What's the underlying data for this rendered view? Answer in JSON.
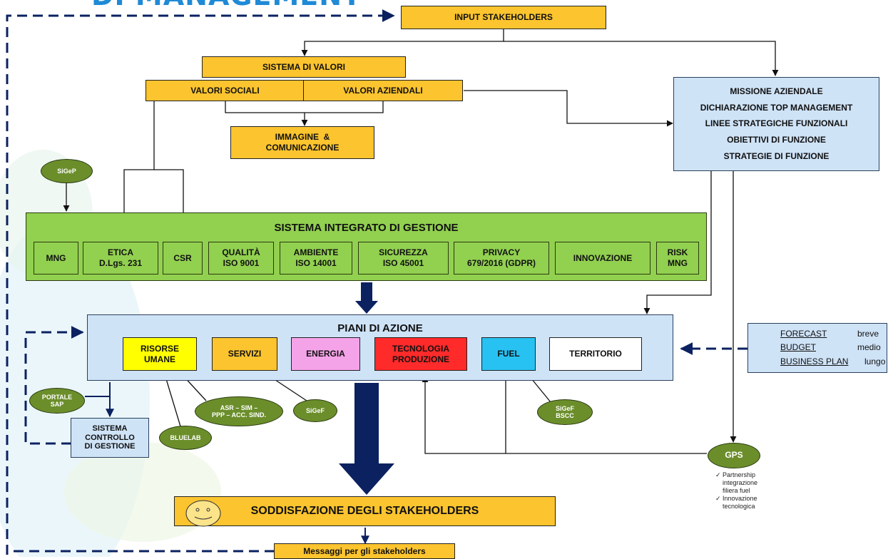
{
  "header": {
    "title_fragment": "DI MANAGEMENT"
  },
  "input_stakeholders": "INPUT STAKEHOLDERS",
  "sistema_valori": {
    "title": "SISTEMA DI VALORI",
    "sociali": "VALORI SOCIALI",
    "aziendali": "VALORI AZIENDALI",
    "immagine": [
      "IMMAGINE  &",
      "COMUNICAZIONE"
    ]
  },
  "missione": {
    "lines": [
      "MISSIONE AZIENDALE",
      "DICHIARAZIONE TOP MANAGEMENT",
      "LINEE STRATEGICHE FUNZIONALI",
      "OBIETTIVI DI FUNZIONE",
      "STRATEGIE DI FUNZIONE"
    ]
  },
  "sigep": "SiGeP",
  "sistema_integrato": {
    "title": "SISTEMA INTEGRATO DI GESTIONE",
    "items": [
      [
        "MNG"
      ],
      [
        "ETICA",
        "D.Lgs. 231"
      ],
      [
        "CSR"
      ],
      [
        "QUALITÀ",
        "ISO 9001"
      ],
      [
        "AMBIENTE",
        "ISO 14001"
      ],
      [
        "SICUREZZA",
        "ISO 45001"
      ],
      [
        "PRIVACY",
        "679/2016 (GDPR)"
      ],
      [
        "INNOVAZIONE"
      ],
      [
        "RISK",
        "MNG"
      ]
    ]
  },
  "piani": {
    "title": "PIANI DI AZIONE",
    "items": [
      [
        "RISORSE",
        "UMANE"
      ],
      [
        "SERVIZI"
      ],
      [
        "ENERGIA"
      ],
      [
        "TECNOLOGIA",
        "PRODUZIONE"
      ],
      [
        "FUEL"
      ],
      [
        "TERRITORIO"
      ]
    ]
  },
  "planning": [
    {
      "label": "FORECAST",
      "term": "breve"
    },
    {
      "label": "BUDGET",
      "term": "medio"
    },
    {
      "label": "BUSINESS PLAN",
      "term": "lungo"
    }
  ],
  "ovals": {
    "portale": [
      "PORTALE",
      "SAP"
    ],
    "asr": [
      "ASR – SIM –",
      "PPP – ACC. SIND."
    ],
    "sigef": "SiGeF",
    "sigef_bscc": [
      "SiGeF",
      "BSCC"
    ],
    "bluelab": "BLUELAB",
    "gps": "GPS"
  },
  "controllo": [
    "SISTEMA",
    "CONTROLLO",
    "DI GESTIONE"
  ],
  "gps_notes": [
    {
      "check": "✓",
      "lines": [
        "Partnership",
        "integrazione",
        "filiera fuel"
      ]
    },
    {
      "check": "✓",
      "lines": [
        "Innovazione",
        "tecnologica"
      ]
    }
  ],
  "soddisfazione": "SODDISFAZIONE DEGLI STAKEHOLDERS",
  "messaggi": "Messaggi per gli stakeholders",
  "smiley_icon": "smiley-face-icon",
  "colors": {
    "yellow": "#fcc42e",
    "light_blue": "#cfe3f7",
    "green": "#92d050",
    "dark_navy": "#0b2160",
    "oval_green": "#6b8e2b",
    "risorse": "#ffff00",
    "servizi": "#fcc42e",
    "energia": "#f5a3e8",
    "tecnologia": "#ff2a2a",
    "fuel": "#28c2f2",
    "territorio": "#ffffff"
  }
}
